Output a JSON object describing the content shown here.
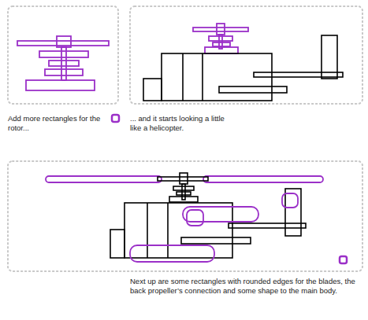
{
  "diagram": {
    "labels": [
      "Add more rectangles for the rotor...",
      "... and it starts looking a little like a helicopter.",
      "Next up are some rectangles with rounded edges for the blades, the back propeller’s connection and some shape to the main body."
    ]
  }
}
